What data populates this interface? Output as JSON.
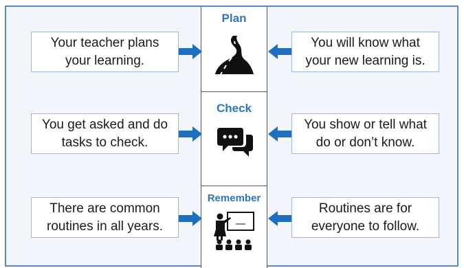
{
  "colors": {
    "frame_border": "#5b87c5",
    "title_blue": "#2e75c4",
    "arrow_blue": "#1f6fc0"
  },
  "rows": [
    {
      "title": "Plan",
      "left": "Your teacher plans your learning.",
      "right": "You will know what your new learning is.",
      "icon": "road-icon"
    },
    {
      "title": "Check",
      "left": "You get asked and do tasks to check.",
      "right": "You show or tell what do or don’t know.",
      "icon": "speech-bubbles-icon"
    },
    {
      "title": "Remember",
      "left": "There are common routines in all years.",
      "right": "Routines are for everyone to follow.",
      "icon": "teacher-class-icon"
    }
  ]
}
